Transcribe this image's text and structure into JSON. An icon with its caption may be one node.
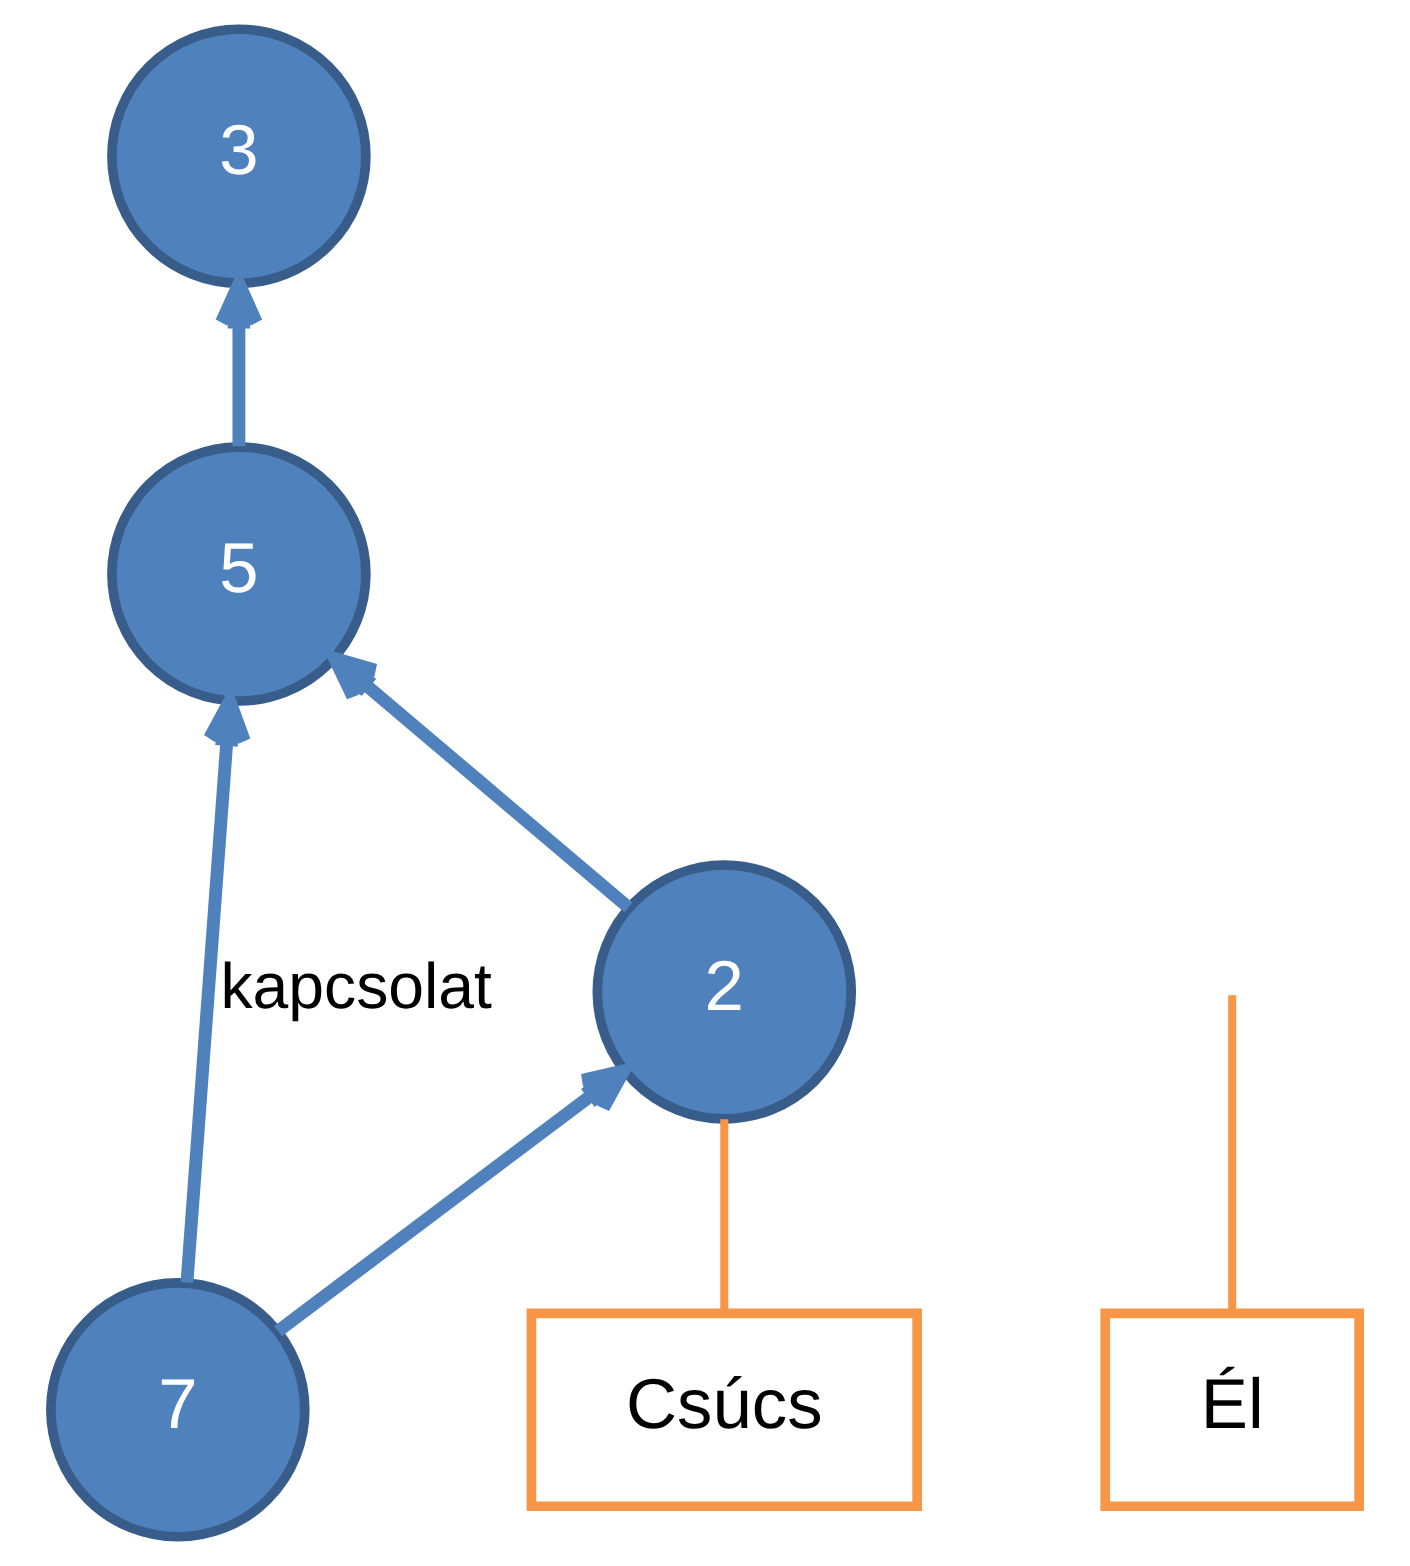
{
  "diagram": {
    "nodes": [
      {
        "text": [
          "2"
        ]
      },
      {
        "text": [
          "3"
        ]
      },
      {
        "text": [
          "5"
        ]
      },
      {
        "text": [
          "7"
        ]
      },
      {
        "text": [
          "Csúcs"
        ]
      },
      {
        "text": [
          "Él"
        ]
      }
    ],
    "edges": [
      {
        "from": 3,
        "to": 0,
        "arrow": "to"
      },
      {
        "from": 0,
        "to": 2,
        "arrow": "to"
      },
      {
        "from": 2,
        "to": 1,
        "arrow": "to"
      },
      {
        "from": 3,
        "to": 2,
        "arrow": "to",
        "label": "kapcsolat"
      },
      {
        "from": 4,
        "to": 0,
        "arrow": "none",
        "color": "#f79646"
      },
      {
        "from": 5,
        "to": null,
        "arrow": "none",
        "color": "#f79646"
      }
    ]
  }
}
